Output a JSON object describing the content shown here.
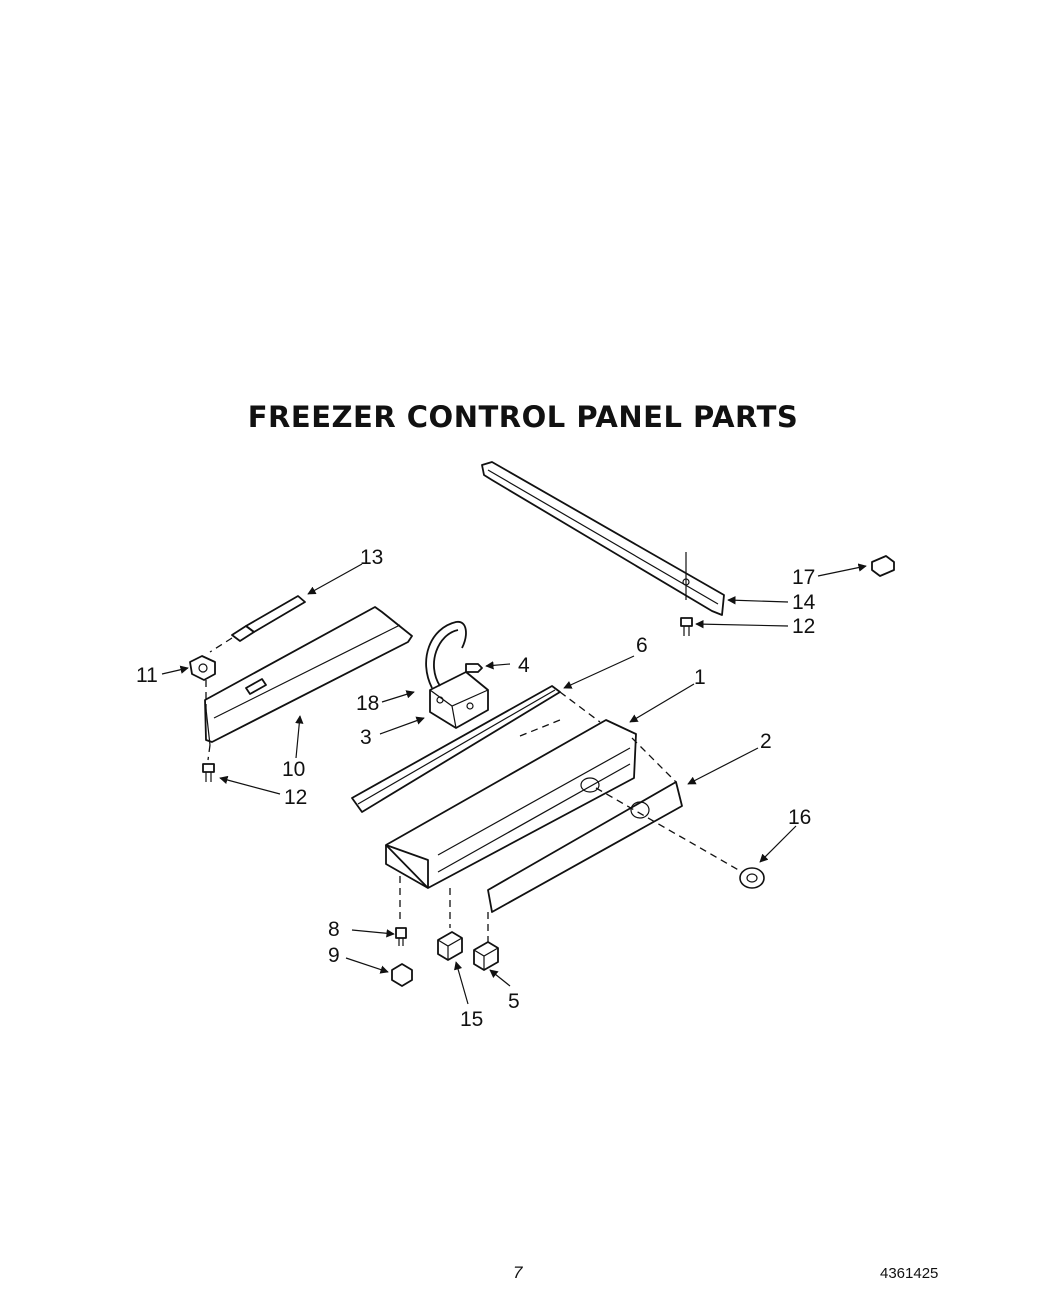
{
  "title": "FREEZER CONTROL PANEL PARTS",
  "callouts": {
    "c1": "1",
    "c2": "2",
    "c3": "3",
    "c4": "4",
    "c5": "5",
    "c6": "6",
    "c8": "8",
    "c9": "9",
    "c10": "10",
    "c11": "11",
    "c12a": "12",
    "c12b": "12",
    "c13": "13",
    "c14": "14",
    "c15": "15",
    "c16": "16",
    "c17": "17",
    "c18": "18"
  },
  "footer": {
    "page_number": "7",
    "document_code": "4361425"
  }
}
